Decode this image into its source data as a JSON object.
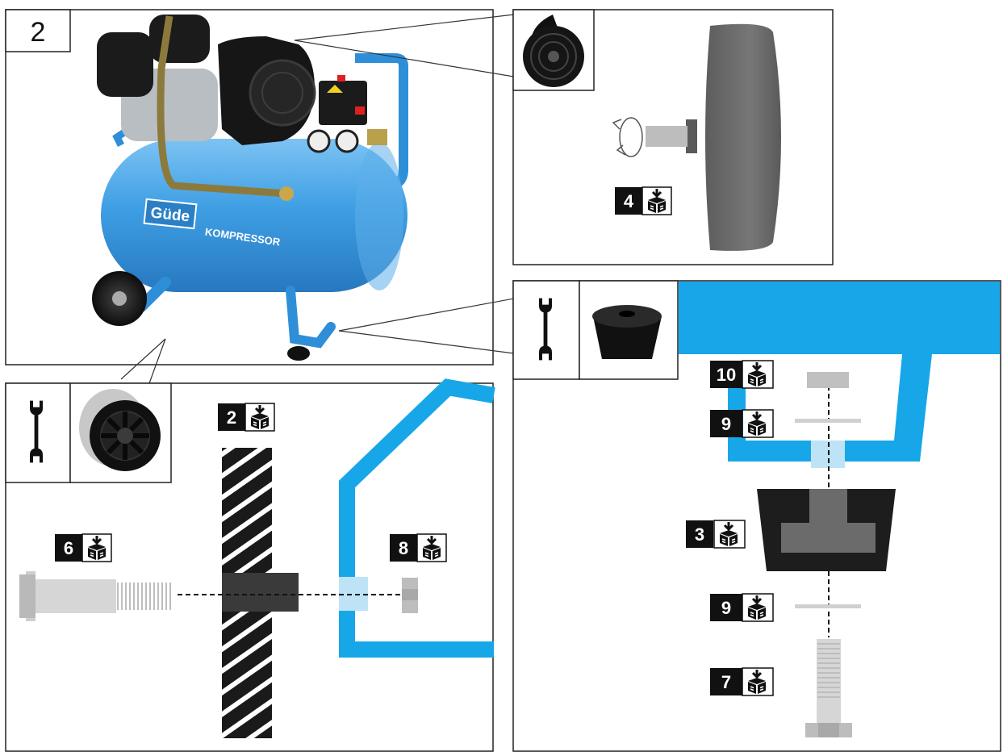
{
  "step_number": "2",
  "brand": {
    "logo_text": "Güde",
    "product_text": "KOMPRESSOR"
  },
  "callouts": {
    "wheel_nut_part": "4",
    "wheel_bolt_part": "6",
    "wheel_part": "2",
    "wheel_nut_part_right": "8",
    "foot_nut_part": "10",
    "foot_washer_top_part": "9",
    "foot_rubber_part": "3",
    "foot_washer_bottom_part": "9",
    "foot_bolt_part": "7"
  },
  "icons": {
    "tool": "wrench-icon",
    "parts": "parts-box-icon",
    "rotate": "rotate-arrow-icon"
  },
  "colors": {
    "tank_blue": "#3c9be0",
    "frame_blue": "#17a7e8",
    "rubber_black": "#1d1d1d",
    "part_grey": "#6b6b6b"
  }
}
